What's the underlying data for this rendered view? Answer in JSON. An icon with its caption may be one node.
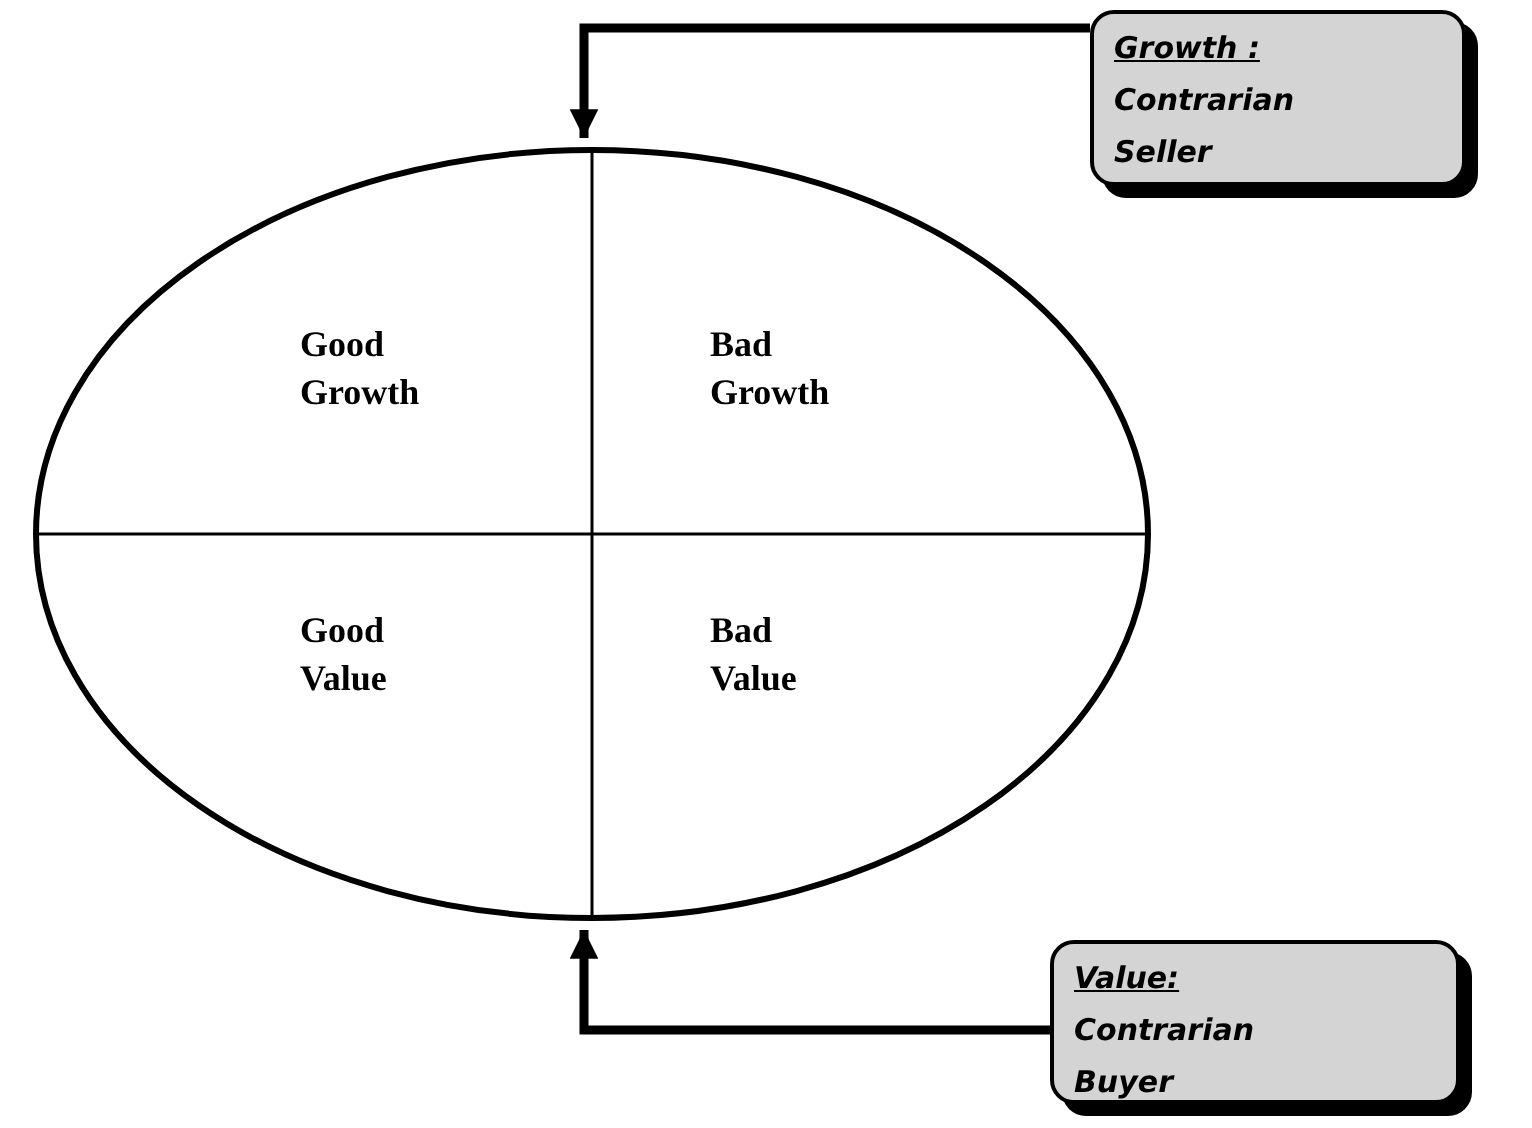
{
  "diagram": {
    "nodes": [
      {
        "text": [
          "Good Growth",
          "Bad Growth",
          "Good Value",
          "Bad Value"
        ]
      },
      {
        "text": [
          "Growth :",
          "Contrarian Seller"
        ]
      },
      {
        "text": [
          "Value:",
          "Contrarian Buyer"
        ]
      }
    ],
    "edges": [
      {
        "from": 1,
        "to": 0,
        "arrow": "to"
      },
      {
        "from": 2,
        "to": 0,
        "arrow": "to"
      }
    ]
  }
}
